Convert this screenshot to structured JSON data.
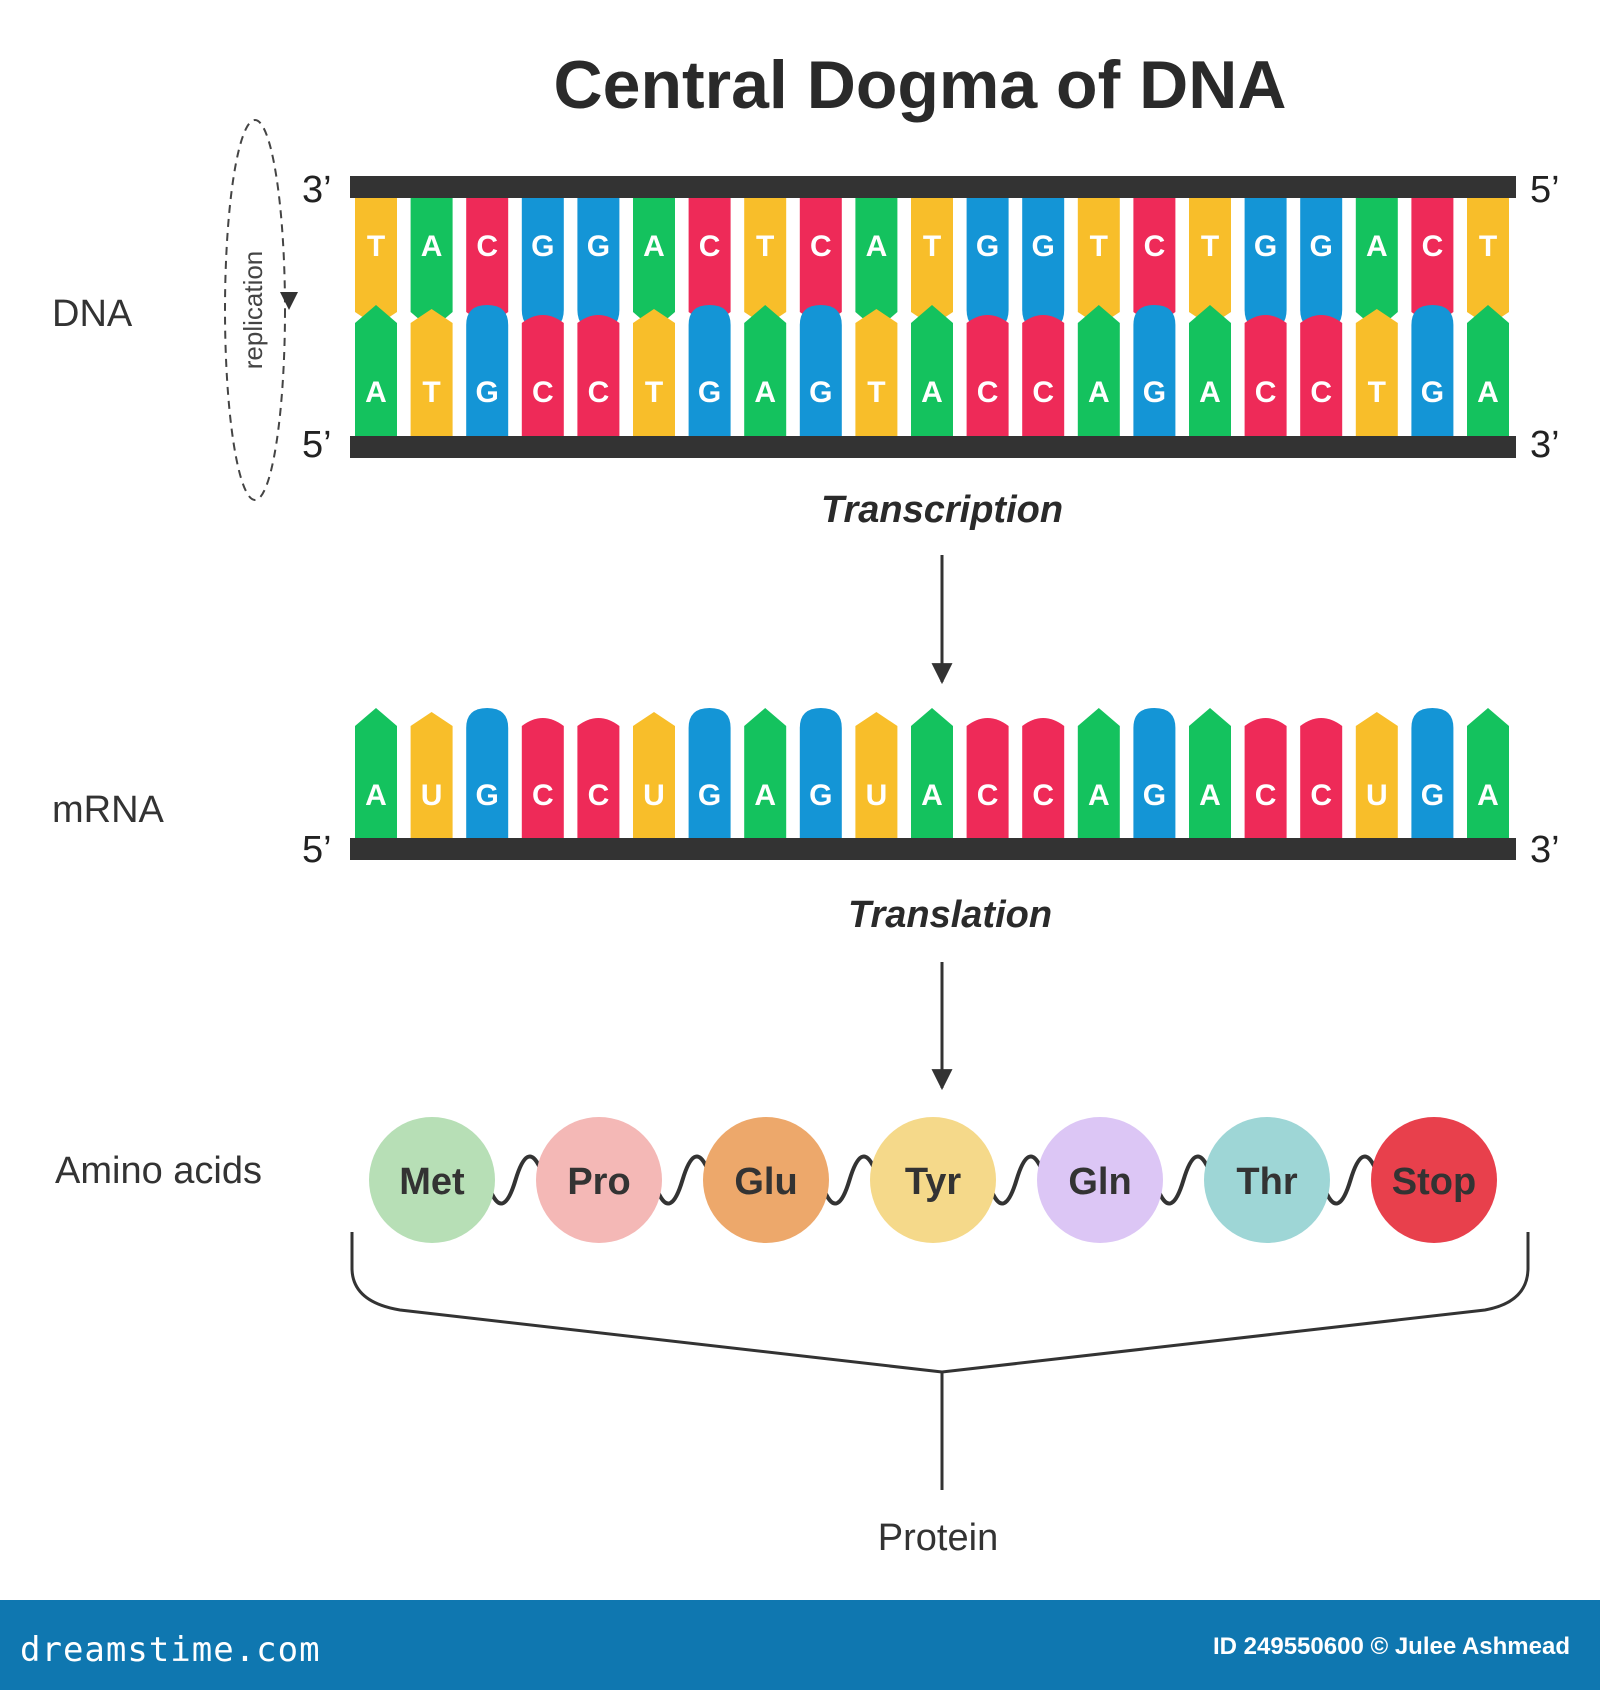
{
  "title": "Central Dogma of DNA",
  "labels": {
    "dna": "DNA",
    "mrna": "mRNA",
    "amino_acids": "Amino acids",
    "protein": "Protein",
    "replication": "replication",
    "transcription": "Transcription",
    "translation": "Translation"
  },
  "strand_ends": {
    "top_left": "3’",
    "top_right": "5’",
    "bottom_left": "5’",
    "bottom_right": "3’",
    "mrna_left": "5’",
    "mrna_right": "3’"
  },
  "dna_top": [
    "T",
    "A",
    "C",
    "G",
    "G",
    "A",
    "C",
    "T",
    "C",
    "A",
    "T",
    "G",
    "G",
    "T",
    "C",
    "T",
    "G",
    "G",
    "A",
    "C",
    "T"
  ],
  "dna_bottom": [
    "A",
    "T",
    "G",
    "C",
    "C",
    "T",
    "G",
    "A",
    "G",
    "T",
    "A",
    "C",
    "C",
    "A",
    "G",
    "A",
    "C",
    "C",
    "T",
    "G",
    "A"
  ],
  "mrna": [
    "A",
    "U",
    "G",
    "C",
    "C",
    "U",
    "G",
    "A",
    "G",
    "U",
    "A",
    "C",
    "C",
    "A",
    "G",
    "A",
    "C",
    "C",
    "U",
    "G",
    "A"
  ],
  "amino_acids": [
    {
      "name": "Met",
      "color": "#b7dfb6"
    },
    {
      "name": "Pro",
      "color": "#f4b8b6"
    },
    {
      "name": "Glu",
      "color": "#eda86b"
    },
    {
      "name": "Tyr",
      "color": "#f5d98a"
    },
    {
      "name": "Gln",
      "color": "#dcc6f5"
    },
    {
      "name": "Thr",
      "color": "#9ed6d6"
    },
    {
      "name": "Stop",
      "color": "#e8404c"
    }
  ],
  "base_colors": {
    "A": "#14c25e",
    "T": "#f8be2a",
    "U": "#f8be2a",
    "C": "#ee2a58",
    "G": "#1495d6"
  },
  "footer": {
    "brand": "dreamstime.com",
    "credit": "ID 249550600 © Julee Ashmead"
  }
}
